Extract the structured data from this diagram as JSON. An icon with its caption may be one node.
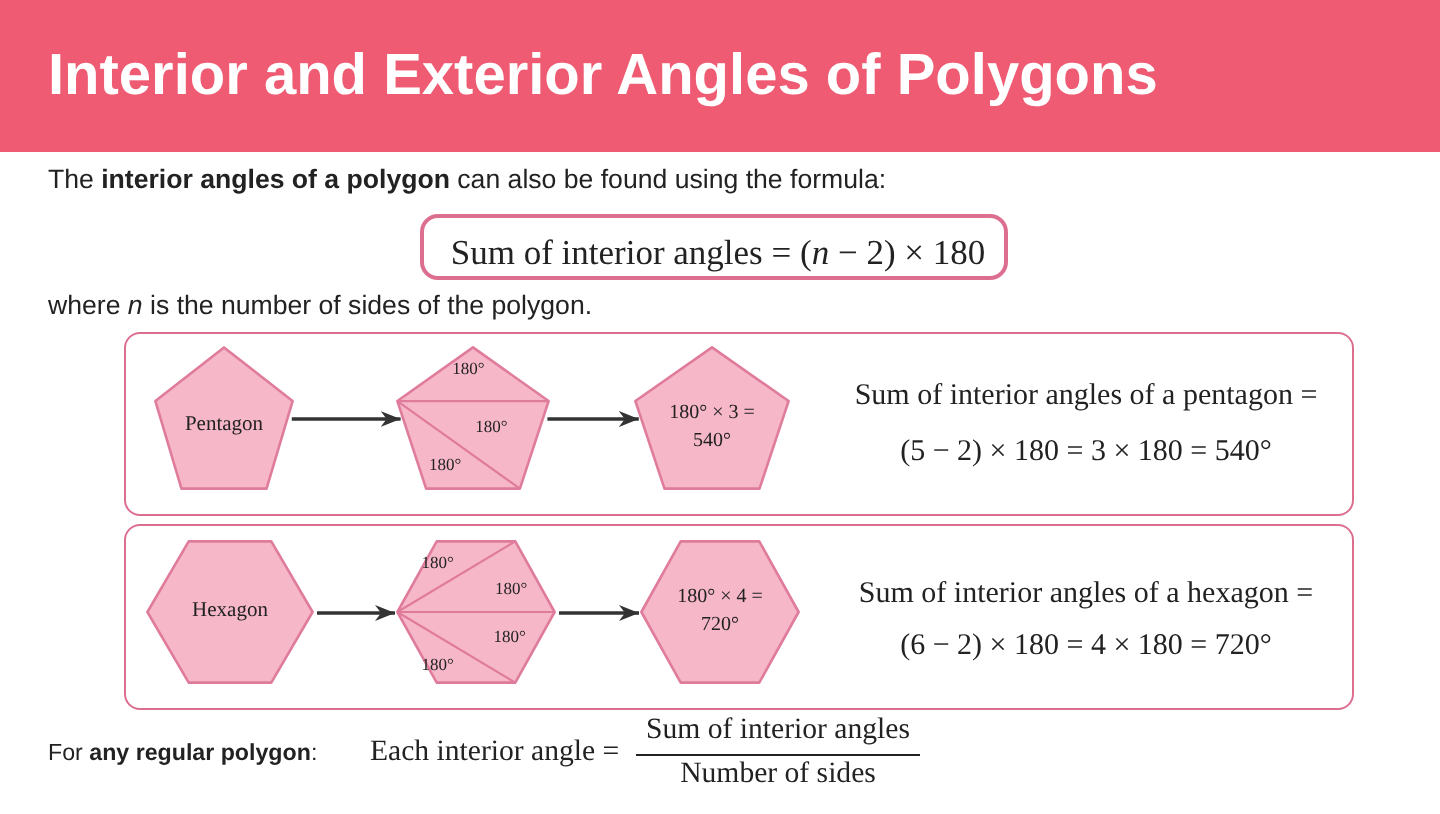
{
  "diagram": {
    "title": "Interior and Exterior Angles of Polygons",
    "nodes": [
      {
        "text": [
          "Sum of interior angles = (*n* − 2) × 180"
        ]
      },
      {
        "text": [
          "Sum of interior angles of a pentagon = (5 − 2) × 180 = 3 × 180 = 540°"
        ]
      },
      {
        "text": [
          "Pentagon"
        ],
        "in": 1
      },
      {
        "text": [
          "180°",
          "180°",
          "180°"
        ],
        "in": 1
      },
      {
        "text": [
          "180° × 3 = 540°"
        ],
        "in": 1
      },
      {
        "text": [
          "Sum of interior angles of a hexagon = (6 − 2) × 180 = 4 × 180 = 720°"
        ]
      },
      {
        "text": [
          "Hexagon"
        ],
        "in": 5
      },
      {
        "text": [
          "180°",
          "180°",
          "180°",
          "180°"
        ],
        "in": 5
      },
      {
        "text": [
          "180° × 4 = 720°"
        ],
        "in": 5
      }
    ],
    "edges": [
      {
        "from": 2,
        "to": 3,
        "arrow": "to"
      },
      {
        "from": 3,
        "to": 4,
        "arrow": "to"
      },
      {
        "from": 6,
        "to": 7,
        "arrow": "to"
      },
      {
        "from": 7,
        "to": 8,
        "arrow": "to"
      }
    ],
    "labels": [
      "The **interior angles of a polygon** can also be found using the formula:",
      "where *n* is the number of sides of the polygon.",
      "For **any regular polygon**:",
      "Each interior angle =",
      "Sum of interior angles",
      "Number of sides"
    ]
  }
}
